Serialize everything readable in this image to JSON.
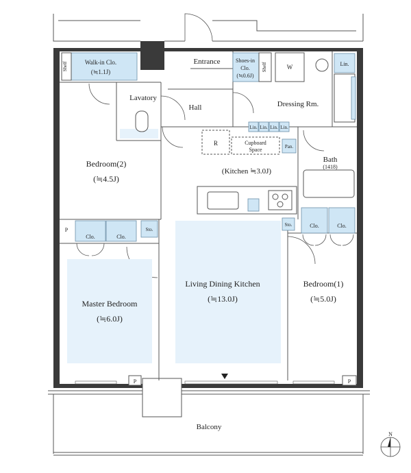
{
  "rooms": {
    "walkin": "Walk-in Clo.",
    "walkin_size": "(≒1.1J)",
    "walkin_shelf": "Shelf",
    "entrance": "Entrance",
    "shoesin": "Shoes-in",
    "shoesin_clo": "Clo.",
    "shoesin_size": "(≒0.6J)",
    "shoesin_shelf": "Shelf",
    "w": "W",
    "lin_top": "Lin.",
    "lavatory": "Lavatory",
    "hall": "Hall",
    "dressing": "Dressing Rm.",
    "lin": "Lin.",
    "r": "R",
    "cupboard": "Cupboard",
    "cupboard_space": "Space",
    "pan": "Pan.",
    "bath": "Bath",
    "bath_size": "(1418)",
    "bedroom2": "Bedroom(2)",
    "bedroom2_size": "(≒4.5J)",
    "kitchen": "(Kitchen ≒3.0J)",
    "p": "P",
    "clo": "Clo.",
    "sto": "Sto.",
    "master": "Master Bedroom",
    "master_size": "(≒6.0J)",
    "ldk": "Living Dining Kitchen",
    "ldk_size": "(≒13.0J)",
    "bedroom1": "Bedroom(1)",
    "bedroom1_size": "(≒5.0J)",
    "balcony": "Balcony",
    "north": "N"
  }
}
